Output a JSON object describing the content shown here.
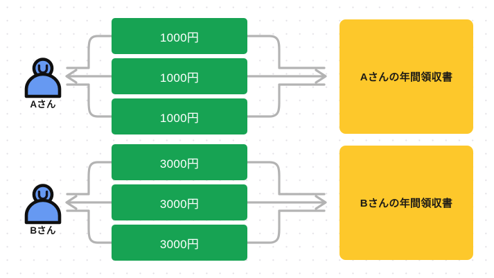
{
  "diagram": {
    "title": "annual-receipt-aggregation-diagram",
    "background_color": "#ffffff",
    "dot_color": "#e3e1e6",
    "connector_color": "#b3b3b3",
    "groups": [
      {
        "id": "group-a",
        "actor": {
          "label": "Aさん",
          "icon": "person-smile-icon",
          "body_color": "#6699f2",
          "outline_color": "#0f0f0f"
        },
        "amounts": [
          {
            "label": "1000円"
          },
          {
            "label": "1000円"
          },
          {
            "label": "1000円"
          }
        ],
        "amount_color": "#17a353",
        "receipt": {
          "label": "Aさんの年間領収書",
          "color": "#fdc82b"
        }
      },
      {
        "id": "group-b",
        "actor": {
          "label": "Bさん",
          "icon": "person-smile-icon",
          "body_color": "#6699f2",
          "outline_color": "#0f0f0f"
        },
        "amounts": [
          {
            "label": "3000円"
          },
          {
            "label": "3000円"
          },
          {
            "label": "3000円"
          }
        ],
        "amount_color": "#17a353",
        "receipt": {
          "label": "Bさんの年間領収書",
          "color": "#fdc82b"
        }
      }
    ]
  }
}
